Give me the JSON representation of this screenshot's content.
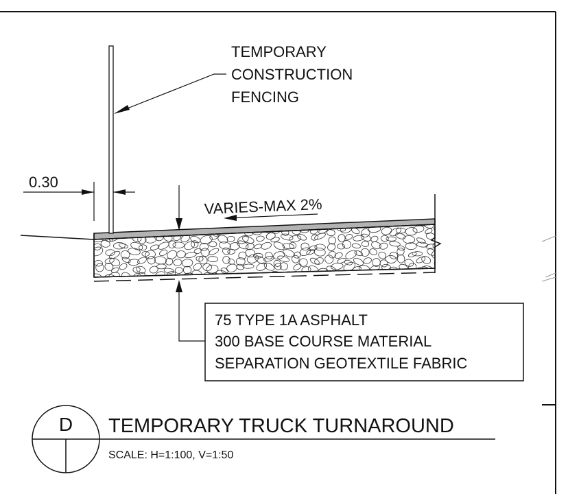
{
  "labels": {
    "fence_callout": [
      "TEMPORARY",
      "CONSTRUCTION",
      "FENCING"
    ],
    "offset_dimension": "0.30",
    "slope_note": "VARIES-MAX 2%",
    "layers_note": [
      "75 TYPE 1A ASPHALT",
      "300 BASE COURSE MATERIAL",
      "SEPARATION GEOTEXTILE FABRIC"
    ]
  },
  "detail": {
    "marker": "D",
    "title": "TEMPORARY TRUCK TURNAROUND",
    "scale": "SCALE: H=1:100, V=1:50"
  },
  "colors": {
    "line": "#111111",
    "asphalt": "#b3b3b3",
    "background": "#ffffff"
  }
}
